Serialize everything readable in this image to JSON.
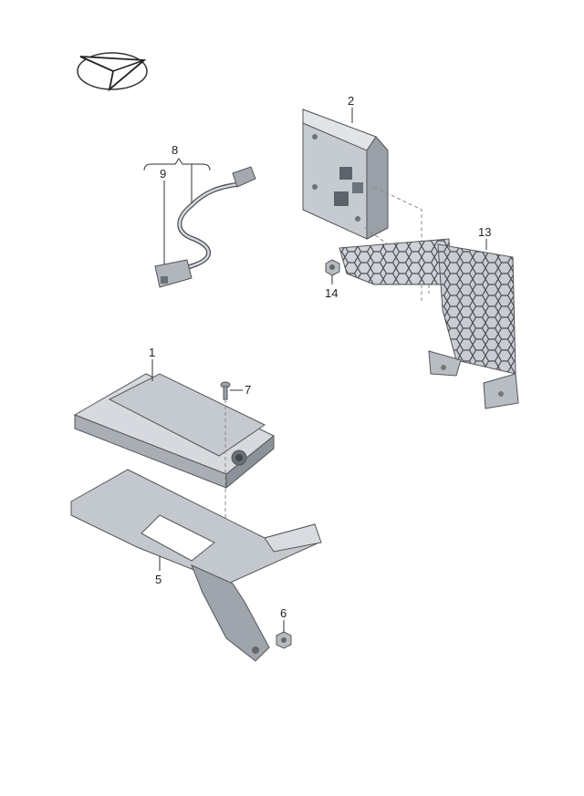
{
  "callouts": {
    "c1": "1",
    "c2": "2",
    "c5": "5",
    "c6": "6",
    "c7": "7",
    "c8": "8",
    "c9": "9",
    "c13": "13",
    "c14": "14"
  },
  "icons": {
    "orientation": "paper-plane-direction-icon"
  },
  "colors": {
    "part_light": "#dcdfe3",
    "part_mid": "#c2c7cd",
    "part_dark": "#8d939a",
    "outline": "#555555"
  }
}
